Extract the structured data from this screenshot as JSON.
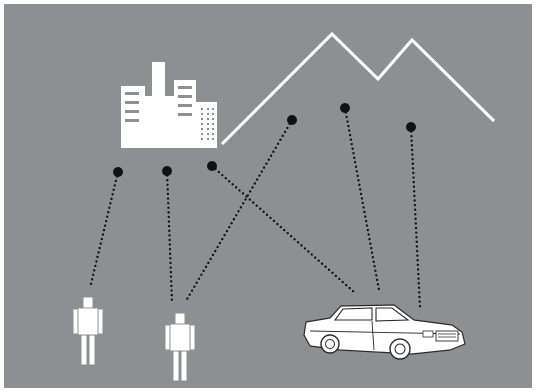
{
  "colors": {
    "panel_background": "#8e8f92",
    "outline": "#ffffff",
    "dots": "#111111",
    "leader_lines": "#111111",
    "car_detail": "#2a2a2a"
  },
  "icons": {
    "factory": "factory-icon",
    "mountains": "mountain-range-icon",
    "person_left": "person-icon",
    "person_right": "person-icon",
    "car": "car-icon"
  },
  "connections": [
    {
      "from": "person-left",
      "to": "factory"
    },
    {
      "from": "person-right",
      "to": "factory"
    },
    {
      "from": "person-right",
      "to": "mountains"
    },
    {
      "from": "car",
      "to": "factory"
    },
    {
      "from": "car",
      "to": "mountains"
    },
    {
      "from": "car",
      "to": "mountains"
    }
  ]
}
